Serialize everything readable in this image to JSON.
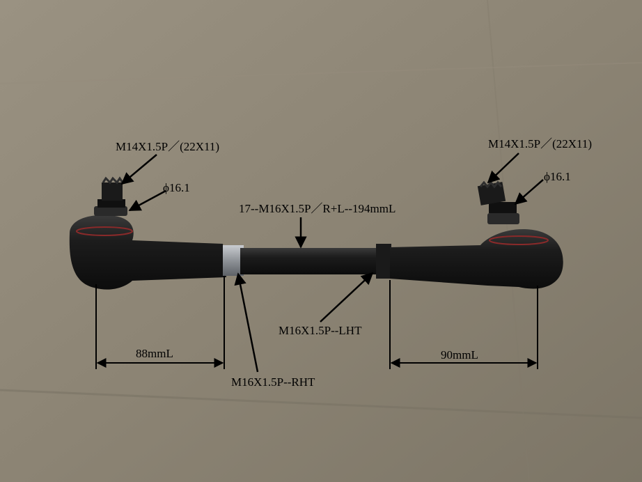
{
  "labels": {
    "thread_left_top": "M14X1.5P／(22X11)",
    "thread_right_top": "M14X1.5P／(22X11)",
    "diameter_left": "ϕ16.1",
    "diameter_right": "ϕ16.1",
    "center_rod": "17--M16X1.5P／R+L--194mmL",
    "left_hand_thread": "M16X1.5P--LHT",
    "right_hand_thread": "M16X1.5P--RHT",
    "dim_left": "88mmL",
    "dim_right": "90mmL"
  },
  "colors": {
    "background": "#8c8474",
    "part": "#1e1e1e",
    "seal_ring": "#8a2a2a",
    "annotation": "#000000"
  }
}
